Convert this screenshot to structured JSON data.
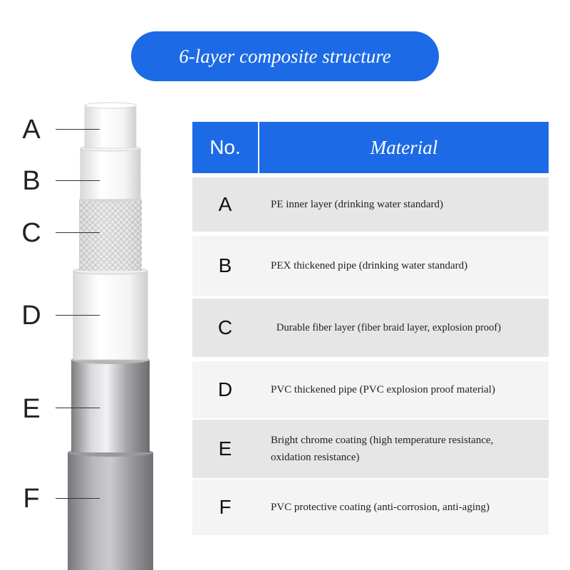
{
  "title": "6-layer composite structure",
  "colors": {
    "accent": "#1c6ae6"
  },
  "layer_labels": [
    "A",
    "B",
    "C",
    "D",
    "E",
    "F"
  ],
  "table": {
    "header_no": "No.",
    "header_material": "Material",
    "rows": [
      {
        "no": "A",
        "material": "PE inner layer (drinking water standard)"
      },
      {
        "no": "B",
        "material": "PEX thickened pipe (drinking water standard)"
      },
      {
        "no": "C",
        "material": "Durable fiber layer (fiber braid layer, explosion proof)"
      },
      {
        "no": "D",
        "material": "PVC thickened pipe (PVC explosion proof material)"
      },
      {
        "no": "E",
        "material": "Bright chrome coating (high temperature resistance, oxidation resistance)"
      },
      {
        "no": "F",
        "material": "PVC protective coating (anti-corrosion, anti-aging)"
      }
    ]
  }
}
